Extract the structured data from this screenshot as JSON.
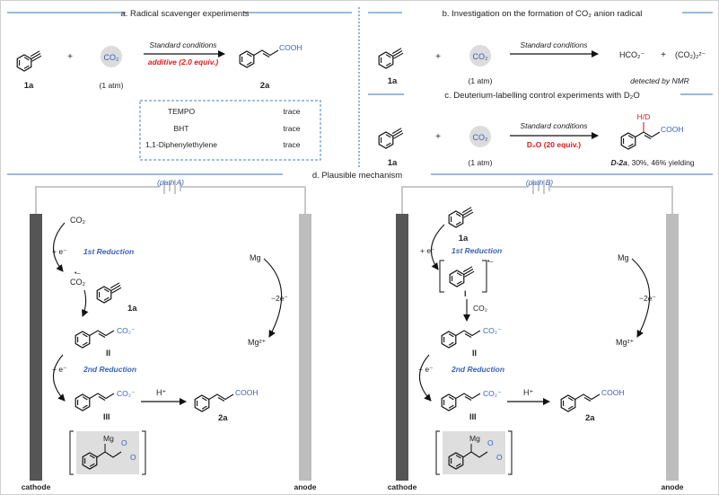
{
  "panels": {
    "a_title": "a. Radical scavenger experiments",
    "b_title": "b. Investigation on the formation of CO₂ anion radical",
    "c_title": "c. Deuterium-labelling control experiments with D₂O",
    "d_title": "d. Plausible mechanism"
  },
  "common": {
    "plus": "+",
    "co2": "CO₂",
    "one_atm": "(1 atm)",
    "standard_conditions": "Standard conditions",
    "label_1a": "1a",
    "label_2a": "2a",
    "cooh": "COOH"
  },
  "panel_a": {
    "additive": "additive (2.0 equiv.)",
    "scavengers": [
      {
        "name": "TEMPO",
        "result": "trace"
      },
      {
        "name": "BHT",
        "result": "trace"
      },
      {
        "name": "1,1-Diphenylethylene",
        "result": "trace"
      }
    ]
  },
  "panel_b": {
    "formate": "HCO₂⁻",
    "oxalate": "(CO₂)₂²⁻",
    "detected": "detected by NMR"
  },
  "panel_c": {
    "reagent": "D₂O (20 equiv.)",
    "hd": "H/D",
    "product_label": "D-2a",
    "yield_text": ", 30%, 46% yielding"
  },
  "mechanism": {
    "path_a": "(path A)",
    "path_b": "(path B)",
    "cathode": "cathode",
    "anode": "anode",
    "electron": "+ e⁻",
    "first_reduction": "1st Reduction",
    "second_reduction": "2nd Reduction",
    "mg": "Mg",
    "mg2": "Mg²⁺",
    "minus2e": "−2e⁻",
    "co2_radical": "CO₂",
    "co2_minus": "CO₂⁻",
    "proton": "H⁺",
    "int_I": "I",
    "int_II": "II",
    "int_III": "III",
    "mg_complex": "Mg",
    "ring_o": "O",
    "carbonyl_o": "O"
  },
  "colors": {
    "divider": "#5d8fc6",
    "dots": "#4a7fc0",
    "accent_blue": "#3a62b8",
    "red": "#e0191b",
    "cathode": "#555555",
    "anode": "#bdbdbd",
    "complex_bg": "#dedede"
  }
}
